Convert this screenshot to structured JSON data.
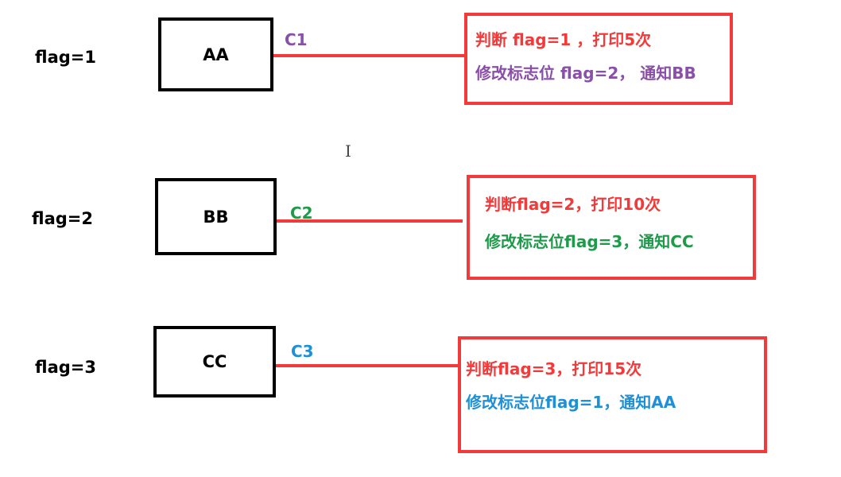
{
  "rows": [
    {
      "flag_label": "flag=1",
      "thread": "AA",
      "condition": "C1",
      "condition_color": "#8a4fa8",
      "note_line1": "判断 flag=1 ，打印5次",
      "note_line2": "修改标志位 flag=2， 通知BB",
      "note_line2_color": "#8a4fa8"
    },
    {
      "flag_label": "flag=2",
      "thread": "BB",
      "condition": "C2",
      "condition_color": "#1f9a4a",
      "note_line1": "判断flag=2，打印10次",
      "note_line2": "修改标志位flag=3，通知CC",
      "note_line2_color": "#1f9a4a"
    },
    {
      "flag_label": "flag=3",
      "thread": "CC",
      "condition": "C3",
      "condition_color": "#1f8fd6",
      "note_line1": "判断flag=3，打印15次",
      "note_line2": "修改标志位flag=1，通知AA",
      "note_line2_color": "#1f8fd6"
    }
  ],
  "colors": {
    "line": "#f23a3a",
    "note_border": "#f23a3a",
    "note_line1": "#f23a3a"
  },
  "icons": {
    "cursor": "text-cursor-icon"
  }
}
